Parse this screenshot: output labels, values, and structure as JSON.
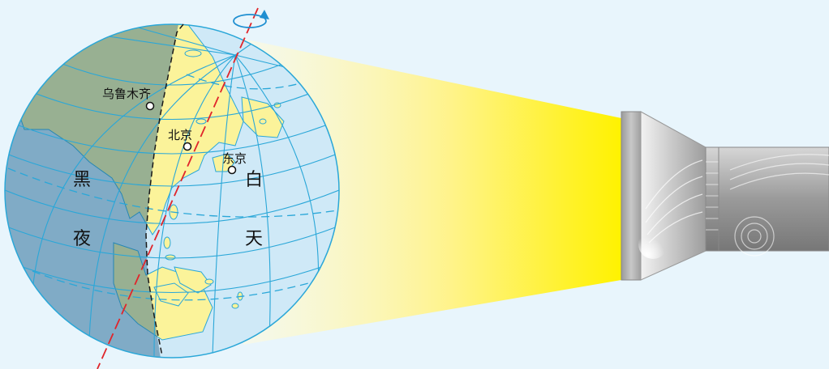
{
  "labels": {
    "night": [
      "黑",
      "夜"
    ],
    "day": [
      "白",
      "天"
    ]
  },
  "cities": [
    {
      "name": "乌鲁木齐"
    },
    {
      "name": "北京"
    },
    {
      "name": "东京"
    }
  ],
  "icons": {
    "rotation": "rotation-arrow-icon",
    "lamp": "flashlight-icon"
  },
  "colors": {
    "background": "#e8f5fc",
    "ocean_day": "#cfe9f7",
    "ocean_night": "#7bb0d0",
    "land_day": "#fbf39a",
    "land_night": "#c9c02c",
    "grid": "#2aa7d8",
    "axis": "#e0252b",
    "terminator": "#1a1a1a",
    "beam": "#fff200"
  }
}
